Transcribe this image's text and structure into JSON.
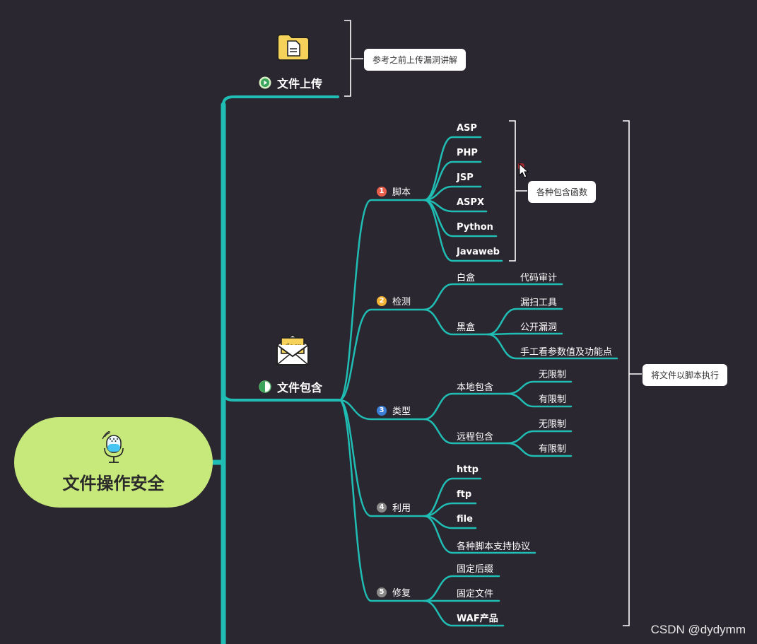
{
  "root": {
    "title": "文件操作安全",
    "icon": "microphone-icon",
    "color": "#c7e87a"
  },
  "branches": {
    "upload": {
      "title": "文件上传",
      "icon": "folder-document-icon",
      "marker": "play-circle-icon",
      "note": "参考之前上传漏洞讲解"
    },
    "include": {
      "title": "文件包含",
      "icon": "envelope-dear-icon",
      "marker": "half-circle-icon",
      "note": "将文件以脚本执行",
      "topics": [
        {
          "num": "1",
          "label": "脚本",
          "color": "#e8604c",
          "items": [
            "ASP",
            "PHP",
            "JSP",
            "ASPX",
            "Python",
            "Javaweb"
          ],
          "note": "各种包含函数"
        },
        {
          "num": "2",
          "label": "检测",
          "color": "#f2b233",
          "items": [
            {
              "label": "白盒",
              "children": [
                "代码审计"
              ]
            },
            {
              "label": "黑盒",
              "children": [
                "漏扫工具",
                "公开漏洞",
                "手工看参数值及功能点"
              ]
            }
          ]
        },
        {
          "num": "3",
          "label": "类型",
          "color": "#3b7fd6",
          "items": [
            {
              "label": "本地包含",
              "children": [
                "无限制",
                "有限制"
              ]
            },
            {
              "label": "远程包含",
              "children": [
                "无限制",
                "有限制"
              ]
            }
          ]
        },
        {
          "num": "4",
          "label": "利用",
          "color": "#8a8a8a",
          "items": [
            "http",
            "ftp",
            "file",
            "各种脚本支持协议"
          ]
        },
        {
          "num": "5",
          "label": "修复",
          "color": "#8a8a8a",
          "items": [
            "固定后缀",
            "固定文件",
            "WAF产品"
          ]
        }
      ]
    }
  },
  "colors": {
    "line": "#1fbdb3",
    "background": "#2b2730"
  },
  "watermark": "CSDN @dydymm"
}
